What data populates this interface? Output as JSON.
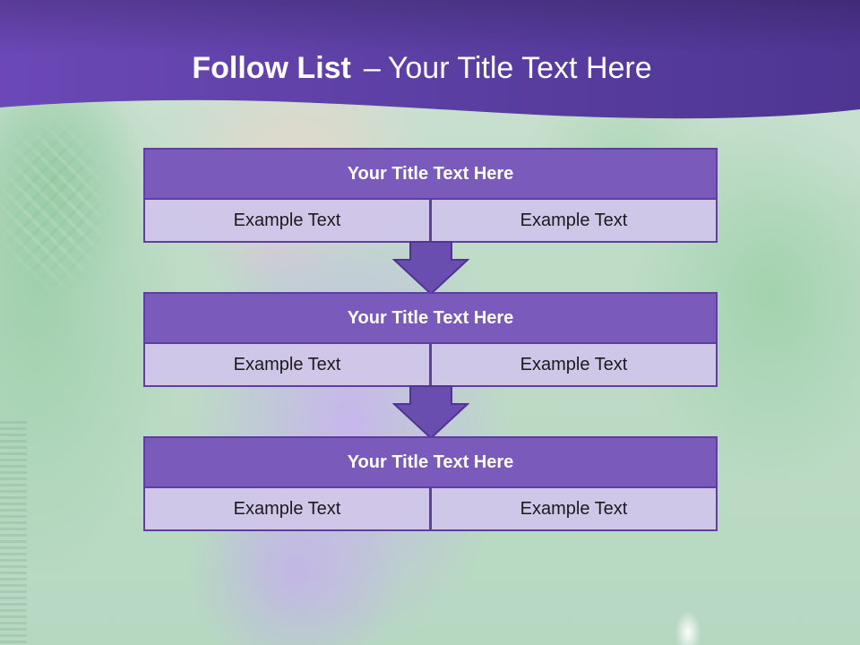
{
  "slide": {
    "title_bold": "Follow List",
    "title_dash": "–",
    "title_rest": "Your Title Text Here"
  },
  "flow": [
    {
      "heading": "Your Title Text Here",
      "left_text": "Example Text",
      "right_text": "Example Text"
    },
    {
      "heading": "Your Title Text Here",
      "left_text": "Example Text",
      "right_text": "Example Text"
    },
    {
      "heading": "Your Title Text Here",
      "left_text": "Example Text",
      "right_text": "Example Text"
    }
  ],
  "colors": {
    "header_band": "#5a3d9e",
    "box_heading": "#7a5bbb",
    "box_border": "#5e3f9d",
    "box_cell": "#d0c6e8",
    "arrow_fill": "#6a4eaf"
  }
}
